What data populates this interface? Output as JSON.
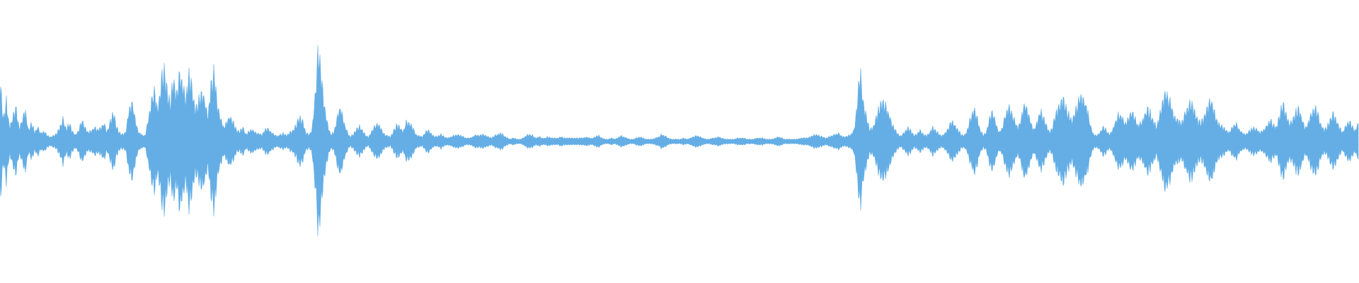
{
  "waveform": {
    "color": "#64AEE5",
    "background": "#FFFFFF",
    "amplitude_envelope": [
      0.55,
      0.18,
      0.35,
      0.12,
      0.2,
      0.3,
      0.12,
      0.18,
      0.28,
      0.1,
      0.16,
      0.08,
      0.13,
      0.07,
      0.09,
      0.05,
      0.04,
      0.05,
      0.07,
      0.12,
      0.2,
      0.1,
      0.16,
      0.08,
      0.06,
      0.1,
      0.18,
      0.12,
      0.08,
      0.09,
      0.13,
      0.1,
      0.12,
      0.16,
      0.08,
      0.18,
      0.24,
      0.12,
      0.07,
      0.06,
      0.09,
      0.3,
      0.35,
      0.18,
      0.08,
      0.06,
      0.05,
      0.18,
      0.35,
      0.42,
      0.28,
      0.48,
      0.62,
      0.44,
      0.3,
      0.55,
      0.38,
      0.62,
      0.48,
      0.36,
      0.58,
      0.46,
      0.26,
      0.34,
      0.42,
      0.36,
      0.22,
      0.48,
      0.58,
      0.3,
      0.2,
      0.12,
      0.18,
      0.22,
      0.16,
      0.1,
      0.08,
      0.12,
      0.06,
      0.09,
      0.11,
      0.08,
      0.07,
      0.06,
      0.1,
      0.12,
      0.08,
      0.06,
      0.05,
      0.06,
      0.07,
      0.05,
      0.08,
      0.1,
      0.14,
      0.2,
      0.18,
      0.08,
      0.06,
      0.1,
      0.42,
      0.78,
      0.55,
      0.28,
      0.14,
      0.06,
      0.08,
      0.22,
      0.3,
      0.18,
      0.1,
      0.04,
      0.06,
      0.1,
      0.13,
      0.1,
      0.05,
      0.04,
      0.1,
      0.13,
      0.16,
      0.1,
      0.06,
      0.05,
      0.04,
      0.1,
      0.14,
      0.12,
      0.09,
      0.18,
      0.16,
      0.12,
      0.06,
      0.05,
      0.04,
      0.08,
      0.1,
      0.06,
      0.04,
      0.05,
      0.06,
      0.04,
      0.03,
      0.04,
      0.05,
      0.06,
      0.05,
      0.04,
      0.03,
      0.03,
      0.04,
      0.06,
      0.05,
      0.06,
      0.05,
      0.04,
      0.03,
      0.05,
      0.06,
      0.07,
      0.05,
      0.03,
      0.02,
      0.03,
      0.02,
      0.02,
      0.03,
      0.05,
      0.06,
      0.05,
      0.03,
      0.04,
      0.03,
      0.03,
      0.04,
      0.03,
      0.03,
      0.03,
      0.04,
      0.03,
      0.03,
      0.03,
      0.03,
      0.03,
      0.03,
      0.03,
      0.04,
      0.03,
      0.03,
      0.04,
      0.05,
      0.03,
      0.02,
      0.02,
      0.03,
      0.02,
      0.03,
      0.05,
      0.04,
      0.03,
      0.02,
      0.02,
      0.03,
      0.04,
      0.03,
      0.02,
      0.02,
      0.02,
      0.03,
      0.04,
      0.06,
      0.05,
      0.03,
      0.02,
      0.02,
      0.02,
      0.02,
      0.03,
      0.02,
      0.03,
      0.04,
      0.05,
      0.04,
      0.03,
      0.02,
      0.02,
      0.03,
      0.03,
      0.04,
      0.03,
      0.02,
      0.02,
      0.02,
      0.02,
      0.03,
      0.03,
      0.03,
      0.02,
      0.02,
      0.02,
      0.03,
      0.03,
      0.03,
      0.02,
      0.02,
      0.02,
      0.03,
      0.04,
      0.03,
      0.02,
      0.02,
      0.02,
      0.02,
      0.02,
      0.03,
      0.03,
      0.03,
      0.04,
      0.05,
      0.06,
      0.05,
      0.04,
      0.03,
      0.04,
      0.05,
      0.06,
      0.07,
      0.05,
      0.04,
      0.05,
      0.06,
      0.1,
      0.32,
      0.6,
      0.3,
      0.2,
      0.1,
      0.12,
      0.2,
      0.28,
      0.36,
      0.3,
      0.24,
      0.16,
      0.1,
      0.06,
      0.05,
      0.08,
      0.12,
      0.09,
      0.05,
      0.07,
      0.1,
      0.06,
      0.05,
      0.08,
      0.12,
      0.09,
      0.06,
      0.05,
      0.08,
      0.12,
      0.18,
      0.14,
      0.1,
      0.06,
      0.05,
      0.1,
      0.2,
      0.28,
      0.22,
      0.1,
      0.05,
      0.08,
      0.2,
      0.26,
      0.16,
      0.08,
      0.12,
      0.22,
      0.3,
      0.26,
      0.18,
      0.12,
      0.2,
      0.32,
      0.28,
      0.18,
      0.1,
      0.16,
      0.26,
      0.22,
      0.14,
      0.08,
      0.12,
      0.24,
      0.3,
      0.38,
      0.32,
      0.24,
      0.18,
      0.26,
      0.34,
      0.42,
      0.36,
      0.28,
      0.14,
      0.06,
      0.05,
      0.08,
      0.12,
      0.1,
      0.06,
      0.1,
      0.18,
      0.24,
      0.22,
      0.16,
      0.2,
      0.26,
      0.22,
      0.14,
      0.16,
      0.22,
      0.28,
      0.24,
      0.18,
      0.12,
      0.24,
      0.36,
      0.42,
      0.38,
      0.28,
      0.2,
      0.18,
      0.16,
      0.24,
      0.32,
      0.34,
      0.28,
      0.18,
      0.16,
      0.2,
      0.28,
      0.36,
      0.3,
      0.2,
      0.14,
      0.12,
      0.1,
      0.08,
      0.12,
      0.16,
      0.12,
      0.08,
      0.06,
      0.08,
      0.1,
      0.12,
      0.1,
      0.08,
      0.1,
      0.14,
      0.18,
      0.14,
      0.12,
      0.22,
      0.32,
      0.26,
      0.16,
      0.18,
      0.24,
      0.28,
      0.22,
      0.12,
      0.16,
      0.24,
      0.3,
      0.26,
      0.16,
      0.1,
      0.12,
      0.18,
      0.24,
      0.2,
      0.12,
      0.08,
      0.14,
      0.18,
      0.14,
      0.1,
      0.16
    ]
  }
}
